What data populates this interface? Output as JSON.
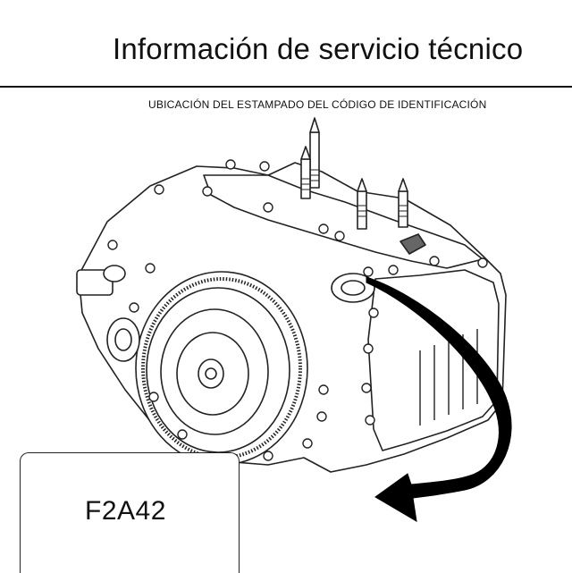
{
  "header": {
    "title": "Información de servicio técnico"
  },
  "figure": {
    "caption": "UBICACIÓN DEL ESTAMPADO DEL CÓDIGO DE IDENTIFICACIÓN",
    "code_label": "F2A42",
    "arrow_color": "#000000",
    "line_color": "#222222"
  }
}
